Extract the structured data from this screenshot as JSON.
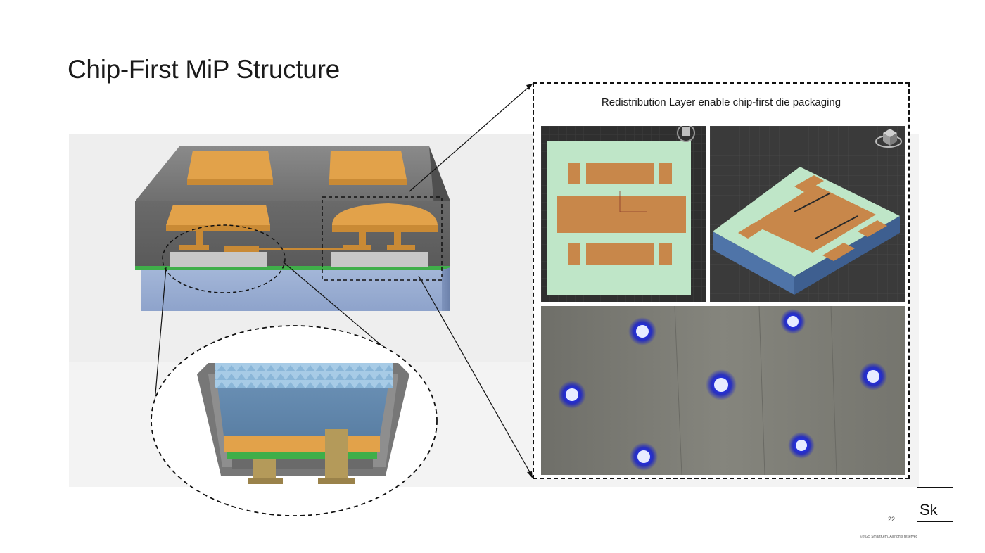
{
  "slide": {
    "title": "Chip-First MiP Structure",
    "inset_caption": "Redistribution Layer enable chip-first die packaging",
    "page_number": "22",
    "logo_text": "Sk",
    "copyright": "©2025 SmartKem. All rights reserved"
  },
  "colors": {
    "mold_gray": "#7d7d7d",
    "pad_gold": "#e2a24a",
    "substrate_blue": "#97abd0",
    "green_layer": "#3fae49",
    "led_blue": "#1e2cff"
  },
  "icons": {
    "viewcube_tl": "viewcube-icon",
    "viewcube_tr": "viewcube-icon"
  }
}
